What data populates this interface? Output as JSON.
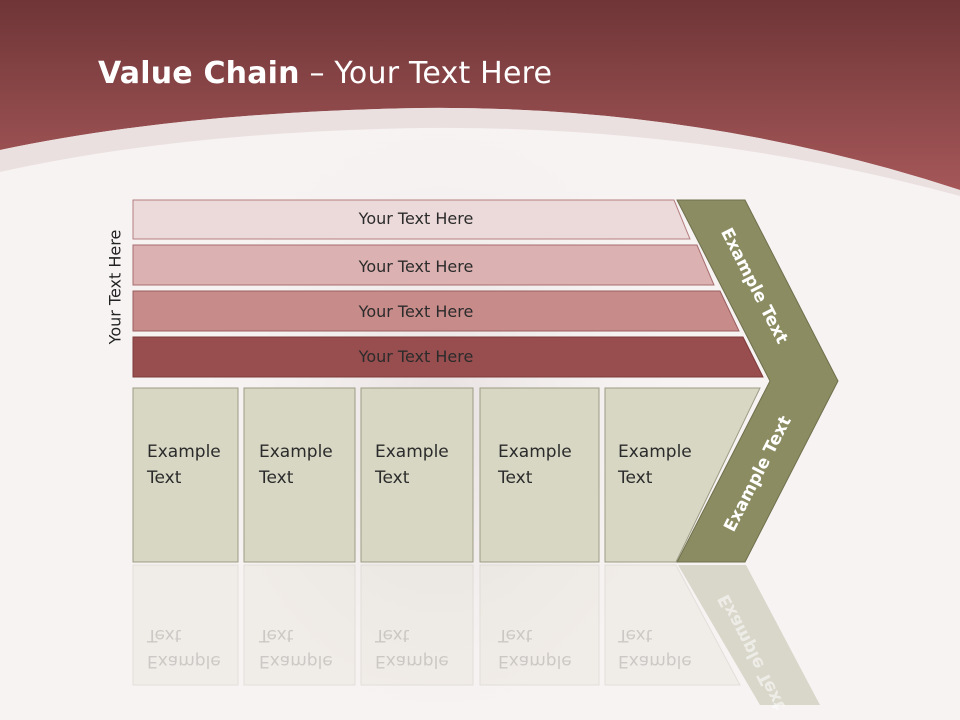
{
  "slide": {
    "title_bold": "Value Chain",
    "title_rest": " – Your Text Here",
    "side_label": "Your Text Here"
  },
  "support_bars": [
    {
      "label": "Your Text Here",
      "color": "#ecd9d9"
    },
    {
      "label": "Your Text Here",
      "color": "#dcb1b1"
    },
    {
      "label": "Your Text Here",
      "color": "#c78b8a"
    },
    {
      "label": "Your Text Here",
      "color": "#984d4e"
    }
  ],
  "primary_cells": [
    {
      "line1": "Example",
      "line2": "Text"
    },
    {
      "line1": "Example",
      "line2": "Text"
    },
    {
      "line1": "Example",
      "line2": "Text"
    },
    {
      "line1": "Example",
      "line2": "Text"
    },
    {
      "line1": "Example",
      "line2": "Text"
    }
  ],
  "chevron": {
    "upper_label": "Example Text",
    "lower_label": "Example Text",
    "color": "#8b8c62"
  },
  "colors": {
    "header": "#8f4346",
    "cell_fill": "#d8d7c4",
    "cell_border": "#9c9c84"
  }
}
